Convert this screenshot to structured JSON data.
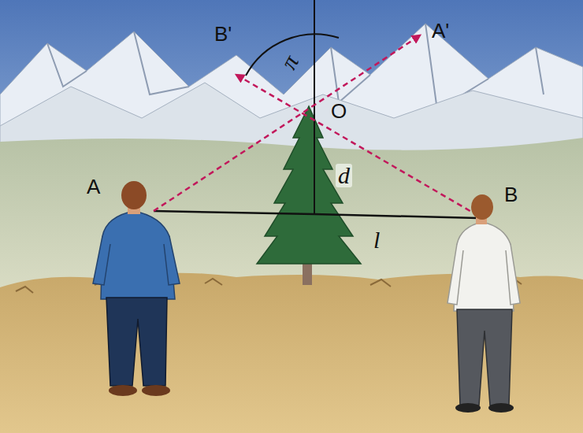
{
  "diagram": {
    "labels": [
      "B'",
      "A'",
      "π",
      "O",
      "A",
      "d",
      "B",
      "l"
    ]
  }
}
